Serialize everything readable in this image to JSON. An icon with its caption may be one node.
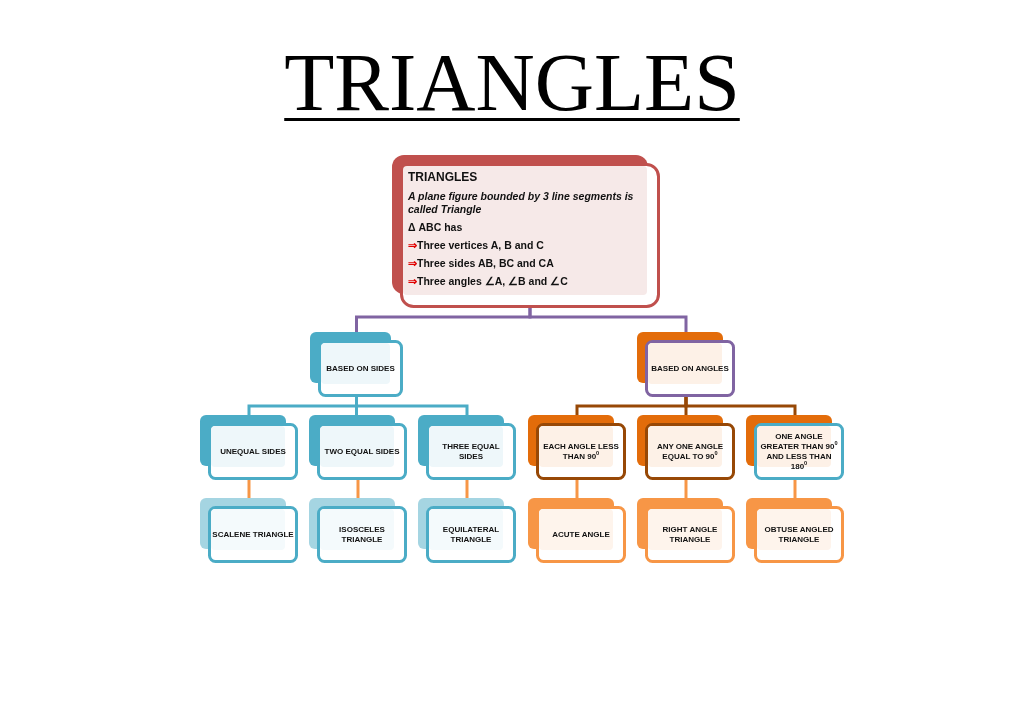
{
  "diagram": {
    "title": "TRIANGLES",
    "nodes": [
      {
        "text": [
          "TRIANGLES",
          "A plane figure bounded by 3 line segments is called Triangle",
          "Δ ABC has",
          "⇒Three vertices A, B and C",
          "⇒Three sides AB, BC and CA",
          "⇒Three angles ∠A, ∠B and ∠C"
        ]
      },
      {
        "text": [
          "BASED ON SIDES"
        ]
      },
      {
        "text": [
          "BASED ON ANGLES"
        ]
      },
      {
        "text": [
          "UNEQUAL SIDES"
        ]
      },
      {
        "text": [
          "TWO EQUAL SIDES"
        ]
      },
      {
        "text": [
          "THREE EQUAL SIDES"
        ]
      },
      {
        "text": [
          "EACH ANGLE LESS THAN 90$^{0}$"
        ]
      },
      {
        "text": [
          "ANY ONE ANGLE EQUAL TO 90$^{0}$"
        ]
      },
      {
        "text": [
          "ONE ANGLE GREATER THAN 90$^{0}$ AND LESS THAN 180$^{0}$"
        ]
      },
      {
        "text": [
          "SCALENE TRIANGLE"
        ]
      },
      {
        "text": [
          "ISOSCELES TRIANGLE"
        ]
      },
      {
        "text": [
          "EQUILATERAL TRIANGLE"
        ]
      },
      {
        "text": [
          "ACUTE ANGLE"
        ]
      },
      {
        "text": [
          "RIGHT ANGLE TRIANGLE"
        ]
      },
      {
        "text": [
          "OBTUSE ANGLED TRIANGLE"
        ]
      }
    ],
    "edges": [
      {
        "from": 0,
        "to": 1,
        "arrow": "none",
        "color": "#8064a2"
      },
      {
        "from": 0,
        "to": 2,
        "arrow": "none",
        "color": "#8064a2"
      },
      {
        "from": 1,
        "to": 3,
        "arrow": "none",
        "color": "#4bacc6"
      },
      {
        "from": 1,
        "to": 4,
        "arrow": "none",
        "color": "#4bacc6"
      },
      {
        "from": 1,
        "to": 5,
        "arrow": "none",
        "color": "#4bacc6"
      },
      {
        "from": 2,
        "to": 6,
        "arrow": "none",
        "color": "#974806"
      },
      {
        "from": 2,
        "to": 7,
        "arrow": "none",
        "color": "#974806"
      },
      {
        "from": 2,
        "to": 8,
        "arrow": "none",
        "color": "#974806"
      },
      {
        "from": 3,
        "to": 9,
        "arrow": "none"
      },
      {
        "from": 4,
        "to": 10,
        "arrow": "none"
      },
      {
        "from": 5,
        "to": 11,
        "arrow": "none"
      },
      {
        "from": 6,
        "to": 12,
        "arrow": "none"
      },
      {
        "from": 7,
        "to": 13,
        "arrow": "none"
      },
      {
        "from": 8,
        "to": 14,
        "arrow": "none"
      }
    ]
  }
}
